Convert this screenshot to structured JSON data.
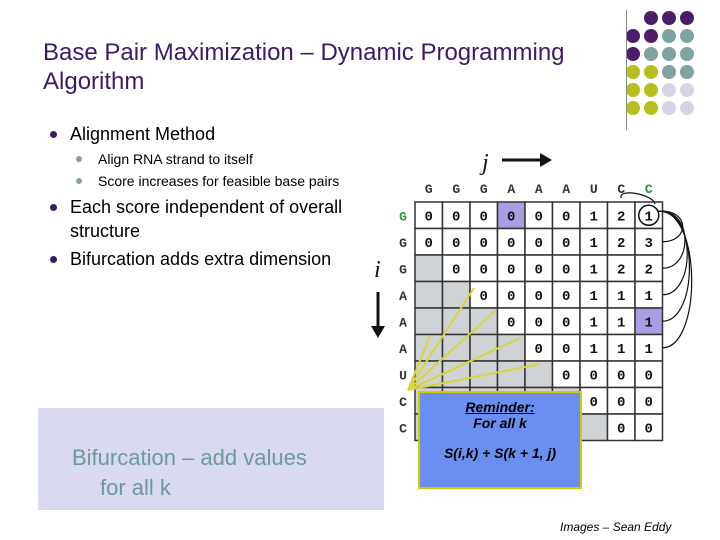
{
  "slide": {
    "title": "Base Pair Maximization – Dynamic Programming Algorithm",
    "credit": "Images – Sean Eddy"
  },
  "bullets": [
    {
      "level": 1,
      "text": "Alignment Method"
    },
    {
      "level": 2,
      "text": "Align RNA strand to itself"
    },
    {
      "level": 2,
      "text": "Score increases for feasible base pairs"
    },
    {
      "level": 1,
      "text": "Each score independent of overall structure"
    },
    {
      "level": 1,
      "text": "Bifurcation adds extra dimension"
    }
  ],
  "figure": {
    "j_label": "j",
    "i_label": "i",
    "columns": [
      "G",
      "G",
      "G",
      "A",
      "A",
      "A",
      "U",
      "C",
      "C"
    ],
    "rows": [
      "G",
      "G",
      "G",
      "A",
      "A",
      "A",
      "U",
      "C",
      "C"
    ],
    "matrix": [
      [
        0,
        0,
        0,
        0,
        0,
        0,
        1,
        2,
        1
      ],
      [
        0,
        0,
        0,
        0,
        0,
        0,
        1,
        2,
        3
      ],
      [
        null,
        0,
        0,
        0,
        0,
        0,
        1,
        2,
        2
      ],
      [
        null,
        null,
        0,
        0,
        0,
        0,
        1,
        1,
        1
      ],
      [
        null,
        null,
        null,
        0,
        0,
        0,
        1,
        1,
        1
      ],
      [
        null,
        null,
        null,
        null,
        0,
        0,
        1,
        1,
        1
      ],
      [
        null,
        null,
        null,
        null,
        null,
        0,
        0,
        0,
        0
      ],
      [
        null,
        null,
        null,
        null,
        null,
        null,
        0,
        0,
        0
      ],
      [
        null,
        null,
        null,
        null,
        null,
        null,
        null,
        0,
        0
      ]
    ],
    "highlight_cells": [
      [
        0,
        3
      ],
      [
        4,
        8
      ]
    ],
    "circled_cell": [
      0,
      8
    ],
    "colors": {
      "highlight": "#a99de3",
      "lower": "#cfd3d6",
      "green_letter": "#2a9a2a",
      "lines": "#d8d43a"
    }
  },
  "reminder": {
    "heading": "Reminder:",
    "line2": "For all k",
    "formula": "S(i,k) + S(k + 1, j)"
  },
  "bifurcation_callout": {
    "line1": "Bifurcation – add values",
    "line2": "for all k"
  },
  "theme": {
    "title_color": "#3d1a66",
    "dot_colors": [
      "#4b1d6a",
      "#7fa3a3",
      "#b7bf1a",
      "#d7d3e6"
    ]
  }
}
